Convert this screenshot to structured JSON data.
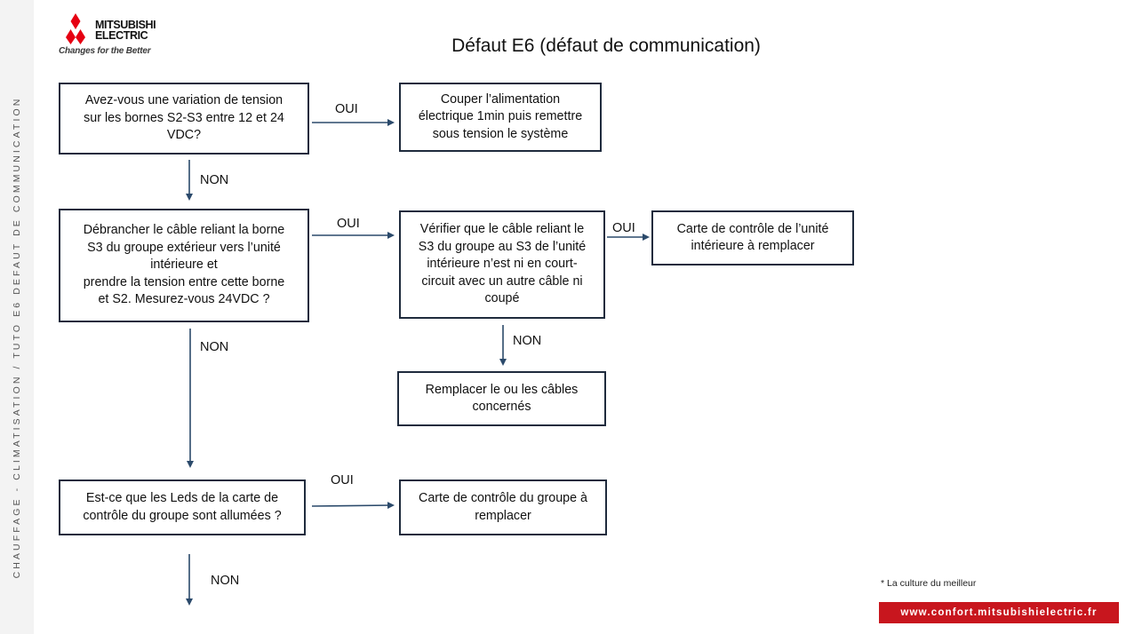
{
  "brand": {
    "name_line1": "MITSUBISHI",
    "name_line2": "ELECTRIC",
    "tagline": "Changes for the Better",
    "logo_color": "#e60012"
  },
  "side_text": "CHAUFFAGE - CLIMATISATION / TUTO E6 DEFAUT DE COMMUNICATION",
  "title": "Défaut E6 (défaut de communication)",
  "boxes": {
    "q1": "Avez-vous une variation de tension\nsur les bornes S2-S3 entre 12 et 24\nVDC?",
    "a1": "Couper l’alimentation\nélectrique 1min puis remettre\nsous tension le système",
    "q2": "Débrancher le câble reliant la borne\nS3 du groupe extérieur vers l’unité\nintérieure et\nprendre la tension entre cette borne\net S2. Mesurez-vous 24VDC ?",
    "q3": "Vérifier que le câble reliant le\nS3 du groupe au S3 de l’unité\nintérieure n’est ni en court-\ncircuit avec un autre câble ni\ncoupé",
    "a3": "Carte de contrôle de l’unité\nintérieure à remplacer",
    "a4": "Remplacer le ou les câbles\nconcernés",
    "q5": "Est-ce que les Leds de la carte de\ncontrôle du groupe sont allumées ?",
    "a5": "Carte de contrôle du groupe à\nremplacer"
  },
  "labels": {
    "yes": "OUI",
    "no": "NON"
  },
  "footnote": "* La culture du meilleur",
  "url": "www.confort.mitsubishielectric.fr",
  "colors": {
    "box_border": "#1f2b3d",
    "arrow": "#2b4a6b",
    "url_bar": "#c8161e"
  }
}
